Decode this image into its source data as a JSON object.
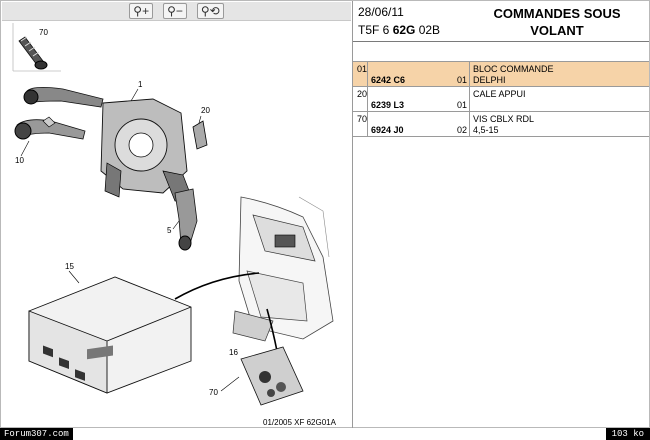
{
  "toolbar": {
    "zoom_in_label": "⚲+",
    "zoom_out_label": "⚲−",
    "fit_label": "⚲⟲"
  },
  "header": {
    "date": "28/06/11",
    "ref_prefix": "T5F 6 ",
    "ref_bold": "62G",
    "ref_suffix": " 02B",
    "title_line1": "COMMANDES SOUS",
    "title_line2": "VOLANT"
  },
  "parts": [
    {
      "pos": "01",
      "part": "6242 C6",
      "qty": "01",
      "desc1": "BLOC COMMANDE",
      "desc2": "DELPHI",
      "selected": true
    },
    {
      "pos": "20",
      "part": "6239 L3",
      "qty": "01",
      "desc1": "CALE APPUI",
      "desc2": "",
      "selected": false
    },
    {
      "pos": "70",
      "part": "6924 J0",
      "qty": "02",
      "desc1": "VIS CBLX RDL",
      "desc2": "4,5-15",
      "selected": false
    }
  ],
  "callouts": {
    "c70_top": "70",
    "c1": "1",
    "c20": "20",
    "c10": "10",
    "c5": "5",
    "c15": "15",
    "c16": "16",
    "c70_bottom": "70"
  },
  "drawing_code": "01/2005   XF 62G01A",
  "status": {
    "left": "Forum307.com",
    "right": "103 ko"
  },
  "colors": {
    "selected_row": "#f6d3a8",
    "toolbar_bg": "#e5e5e5"
  }
}
